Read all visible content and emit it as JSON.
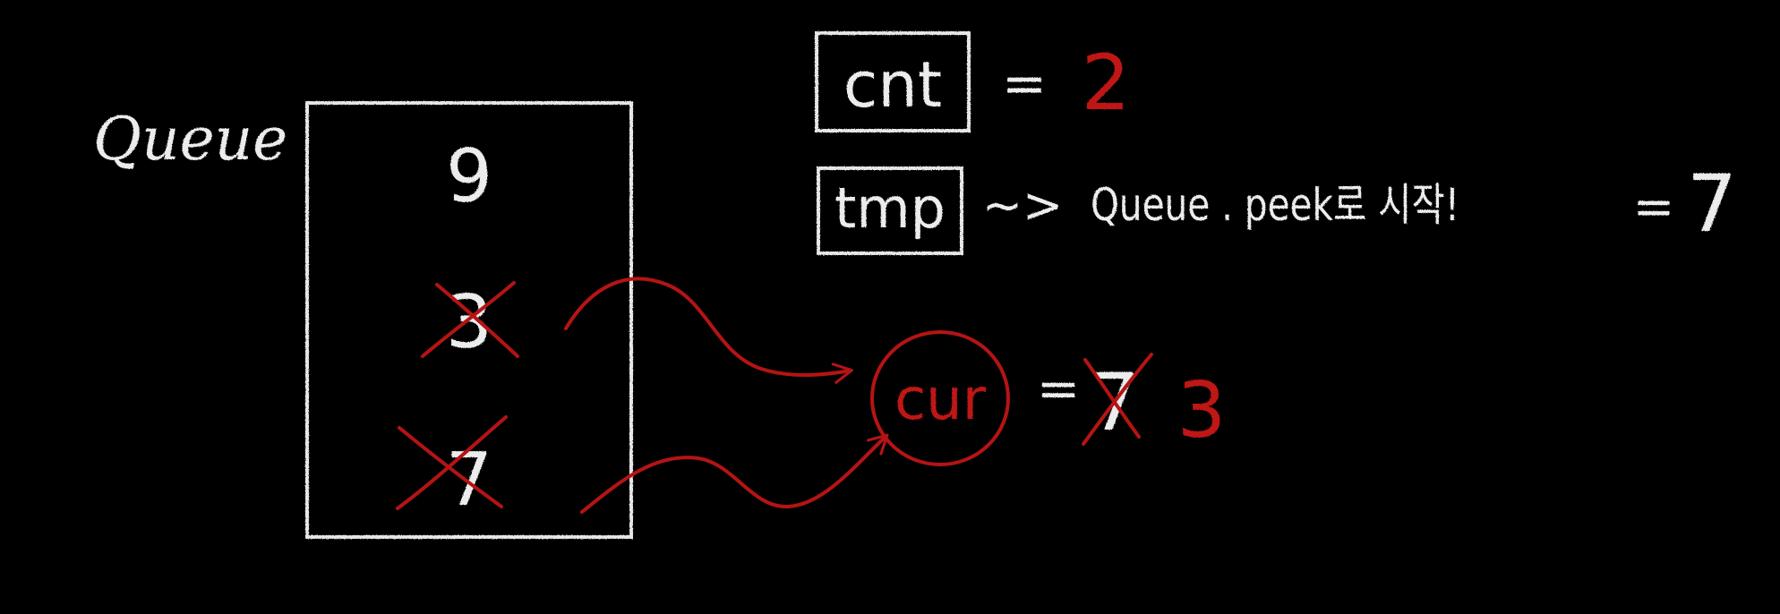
{
  "colors": {
    "background": "#000000",
    "chalk": "#ececec",
    "red": "#c01818"
  },
  "queue": {
    "label": "Queue",
    "cells": [
      "9",
      "3",
      "7"
    ],
    "crossed_out": [
      false,
      true,
      true
    ]
  },
  "cnt": {
    "label": "cnt",
    "equals": "=",
    "value": "2"
  },
  "tmp": {
    "label": "tmp",
    "arrow": "~>",
    "expression": "Queue . peek로 시작!",
    "equals": "=",
    "value": "7"
  },
  "cur": {
    "label": "cur",
    "equals": "=",
    "old_value": "7",
    "new_value": "3"
  }
}
